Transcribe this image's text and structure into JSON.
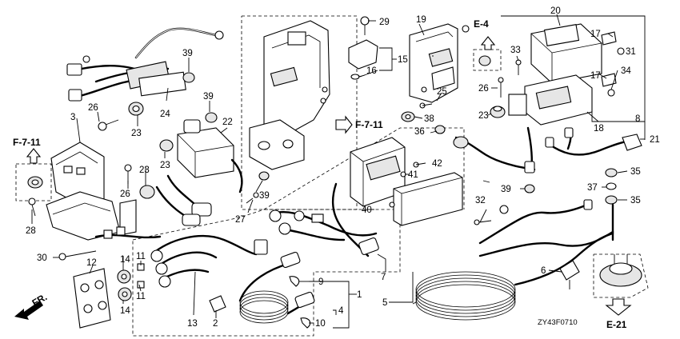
{
  "diagram_code": "ZY43F0710",
  "direction_label": "FR.",
  "section_refs": [
    {
      "id": "ref-f711-left",
      "text": "F-7-11"
    },
    {
      "id": "ref-f711-mid",
      "text": "F-7-11"
    },
    {
      "id": "ref-e4",
      "text": "E-4"
    },
    {
      "id": "ref-e21",
      "text": "E-21"
    }
  ],
  "callouts": [
    "1",
    "2",
    "3",
    "4",
    "5",
    "6",
    "7",
    "8",
    "9",
    "10",
    "11",
    "12",
    "13",
    "14",
    "15",
    "16",
    "17",
    "18",
    "19",
    "20",
    "21",
    "22",
    "23",
    "24",
    "25",
    "26",
    "27",
    "28",
    "29",
    "30",
    "31",
    "32",
    "33",
    "34",
    "35",
    "36",
    "37",
    "38",
    "39",
    "40",
    "41",
    "42"
  ]
}
